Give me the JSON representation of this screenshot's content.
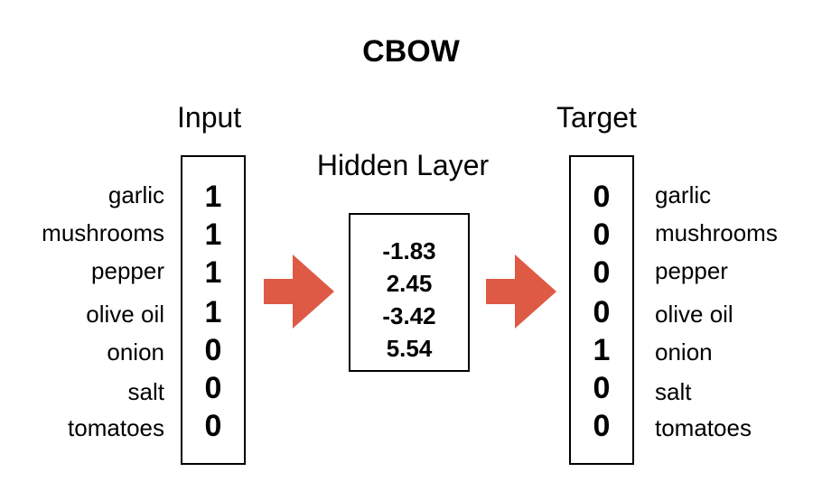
{
  "title": "CBOW",
  "input": {
    "heading": "Input",
    "values": [
      "1",
      "1",
      "1",
      "1",
      "0",
      "0",
      "0"
    ]
  },
  "hidden": {
    "heading": "Hidden Layer",
    "values": [
      "-1.83",
      "2.45",
      "-3.42",
      "5.54"
    ]
  },
  "target": {
    "heading": "Target",
    "values": [
      "0",
      "0",
      "0",
      "0",
      "1",
      "0",
      "0"
    ]
  },
  "words": [
    "garlic",
    "mushrooms",
    "pepper",
    "olive oil",
    "onion",
    "salt",
    "tomatoes"
  ],
  "colors": {
    "arrow": "#de5a45",
    "border": "#000000"
  }
}
